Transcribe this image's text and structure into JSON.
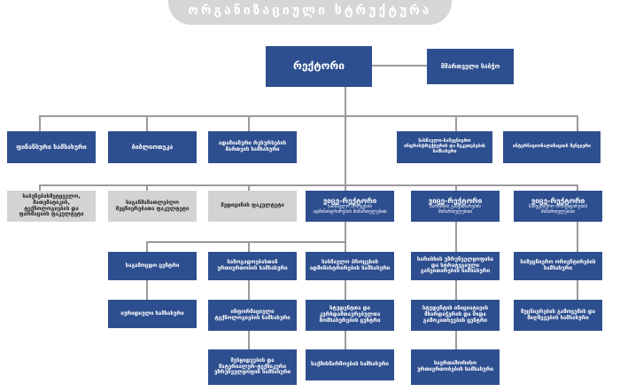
{
  "title": "ორგანიზაციული სტრუქტურა",
  "rector": "რექტორი",
  "board": "მმართველი საბჭო",
  "top_row": [
    "ფინანსური სამსახური",
    "ბიბლიოთეკა",
    "ადამიანური რესურსების მართვის სამსახური",
    "სასწავლო-სამეცნიერო ინფრასტრუქტურის და შეკეთებების სამსახური",
    "ინტერნაციონალიზაციის მენეჯერი"
  ],
  "faculties": [
    "საბუნებისმეტყველო, მათემატიკის, ტექნოლოგიების და ფარმაციის ფაკულტეტი",
    "საგანმანათლებლო მეცნიერებათა ფაკულტეტი",
    "მედიცინის ფაკულტეტი"
  ],
  "vice_rectors": [
    {
      "label": "ვიცე-რექტორი",
      "sub": "სასწავლო პროცესის ადმინისტრირების მიმართულებით"
    },
    {
      "label": "ვიცე-რექტორი",
      "sub": "ხარისხის განვითარების მიმართულებით"
    },
    {
      "label": "ვიცე-რექტორი",
      "sub": "სამეცნიერო ორიენტირების მიმართულებით"
    }
  ],
  "col1": [
    "საგამოცდო ცენტრი",
    "იურიდიული სამსახური"
  ],
  "col2": [
    "საზოგადოებასთან ურთიერთობის სამსახური",
    "ინფორმაციული ტექნოლოგიების სამსახური",
    "შესყიდვების და მატერიალურ-ტექნიკური უზრუნველყოფის სამსახური"
  ],
  "col3": [
    "სასწავლო პროცესის ადმინისტრირების სამსახური",
    "სტუდენტთა და კურსდამთავრებულთა მომსახურების ცენტრი",
    "საქმისწარმოების სამსახური"
  ],
  "col4": [
    "ხარისხის უზრუნველყოფისა და სტრატეგიული განვითარების სამსახური",
    "სტუდენტის ინიციატივის მხარდაჭერის და შიდა გამოკითხვების ცენტრი",
    "საერთაშორისო ურთიერთობების სამსახური"
  ],
  "col5": [
    "სამეცნიერო ორიენტირების სამსახური",
    "მეცნიერების გამოცემის და მიღწევების სამსახური"
  ]
}
